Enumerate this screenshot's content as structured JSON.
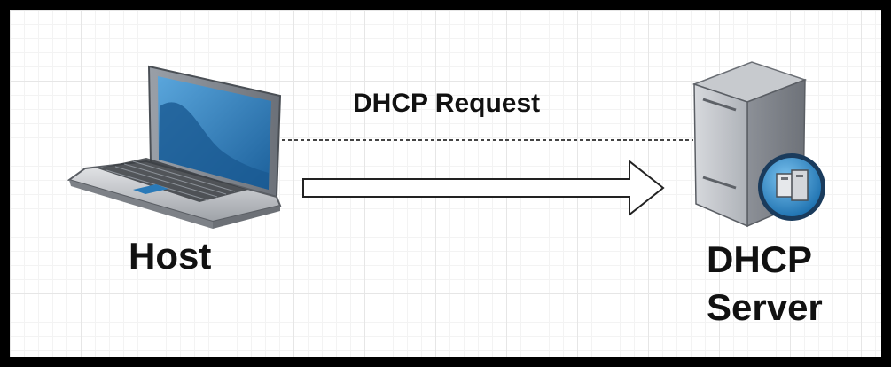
{
  "diagram": {
    "edge_label": "DHCP Request",
    "nodes": {
      "host": {
        "label": "Host",
        "icon": "laptop-icon"
      },
      "server": {
        "label_line1": "DHCP",
        "label_line2": "Server",
        "icon": "server-icon"
      }
    },
    "colors": {
      "frame": "#000000",
      "grid": "#e6e6e6",
      "screen_blue": "#2a7ab8",
      "server_gray": "#b9bcc2"
    }
  }
}
